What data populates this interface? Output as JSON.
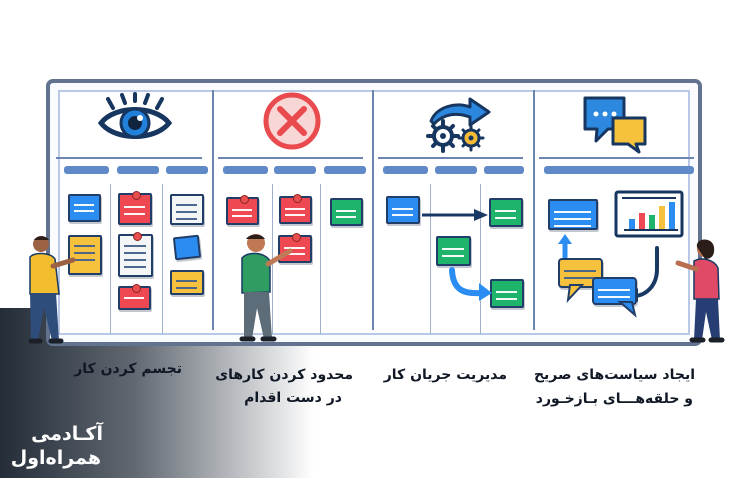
{
  "labels": {
    "visualize": "تجسم کردن کار",
    "limit_line1": "محدود کردن کارهای",
    "limit_line2": "در دست اقدام",
    "manage_flow": "مدیریت جریان کار",
    "policies_line1": "ایجاد سیاست‌های صریح",
    "policies_line2": "و حلقه‌هـــای بـازخـورد"
  },
  "logo": {
    "line1": "آکـادمی",
    "line2": "همراه‌اول"
  },
  "icons": [
    "eye-icon",
    "x-circle-icon",
    "gears-arrow-icon",
    "speech-bubbles-icon",
    "chart-screen-icon"
  ],
  "colors": {
    "board_border": "#62738f",
    "accent_blue": "#2b8df2",
    "accent_red": "#ee4853",
    "accent_green": "#1fb46c",
    "accent_yellow": "#f6c23e"
  }
}
